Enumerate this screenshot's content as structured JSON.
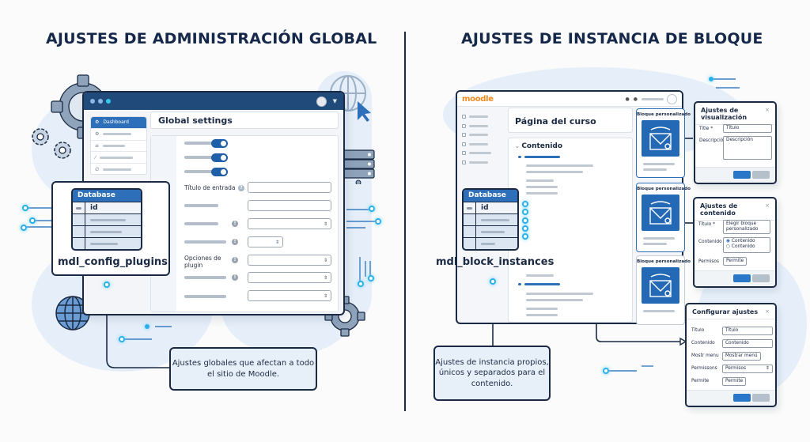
{
  "left": {
    "title": "AJUSTES DE ADMINISTRACIÓN GLOBAL",
    "window": {
      "sidebar": {
        "active_item": "Dashboard",
        "item_icons": [
          "gear-icon",
          "list-icon",
          "wrench-icon",
          "link-icon"
        ]
      },
      "header": "Global settings",
      "toggles": [
        true,
        true,
        true
      ],
      "fields": [
        {
          "label": "Título de entrada",
          "type": "text",
          "help": true
        },
        {
          "label": "",
          "type": "text",
          "help": false
        },
        {
          "label": "",
          "type": "select",
          "help": true
        },
        {
          "label": "",
          "type": "select-small",
          "help": true
        },
        {
          "label": "Opciones de plugin",
          "type": "select",
          "help": true
        },
        {
          "label": "",
          "type": "select",
          "help": true
        },
        {
          "label": "",
          "type": "select",
          "help": false
        }
      ]
    },
    "database": {
      "header": "Database",
      "key_field": "id",
      "table_name": "mdl_config_plugins"
    },
    "callout": "Ajustes globales que afectan a todo el sitio de Moodle."
  },
  "right": {
    "title": "AJUSTES DE INSTANCIA DE BLOQUE",
    "window": {
      "logo": "moodle",
      "page_title": "Página del curso",
      "section": "Contenido"
    },
    "blocks": [
      {
        "title": "Bloque personalizado"
      },
      {
        "title": "Bloque personalizado"
      },
      {
        "title": "Bloque personalizado"
      }
    ],
    "database": {
      "header": "Database",
      "key_field": "id",
      "table_name": "mdl_block_instances"
    },
    "dialogs": {
      "display": {
        "title": "Ajustes de visualización",
        "close": "×",
        "fields": [
          {
            "label": "Title *",
            "value": "Título"
          },
          {
            "label": "Descripción",
            "value": "Descripción"
          }
        ]
      },
      "content": {
        "title": "Ajustes de contenido",
        "close": "×",
        "title_label": "Título *",
        "title_value": "Elegir bloque personalizado",
        "content_label": "Contenido",
        "radio_options": [
          "Contenido",
          "Contenido"
        ],
        "radio_selected": 0,
        "perm_label": "Permisos",
        "perm_value": "Permite"
      },
      "configure": {
        "title": "Configurar ajustes",
        "close": "×",
        "fields": [
          {
            "label": "Título",
            "value": "Título"
          },
          {
            "label": "Contenido",
            "value": "Contenido"
          },
          {
            "label": "Mostr menu",
            "value": "Mostrar menú"
          },
          {
            "label": "Permissons",
            "value": "Permisos"
          },
          {
            "label": "Permite",
            "value": "Permite"
          }
        ]
      }
    },
    "callout": "Ajustes de instancia propios, únicos y separados para el contenido."
  },
  "colors": {
    "navy": "#1b2a44",
    "accent_blue": "#2d6fb8",
    "glow_cyan": "#2bb0e8",
    "moodle_orange": "#f08a1c"
  }
}
